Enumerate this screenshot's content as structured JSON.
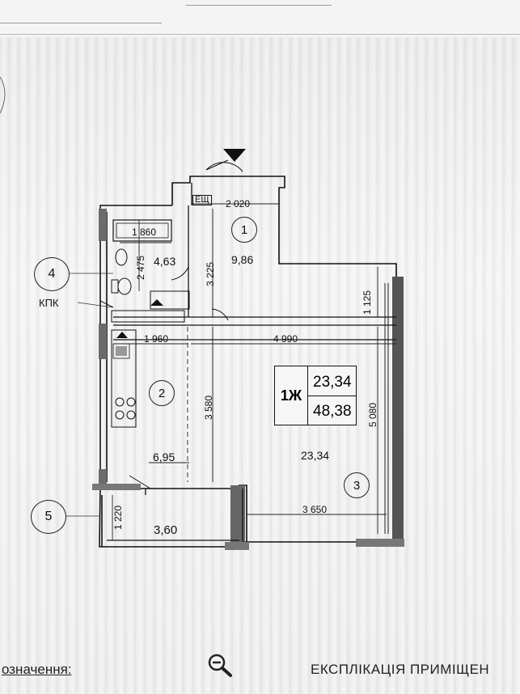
{
  "plan": {
    "apartment_code": "1Ж",
    "living_area": "23,34",
    "total_area": "48,38",
    "rooms": [
      {
        "number": "1",
        "area": "9,86"
      },
      {
        "number": "2",
        "area": "6,95"
      },
      {
        "number": "3",
        "area": "23,34"
      }
    ],
    "bathroom_area": "4,63",
    "balcony_area": "3,60",
    "markers": [
      {
        "number": "4",
        "label": "КПК"
      },
      {
        "number": "5",
        "label": ""
      }
    ],
    "dimensions": {
      "d1": "2 020",
      "d2": "1 860",
      "d3": "2 475",
      "d4": "3 225",
      "d5": "1 125",
      "d6": "1 960",
      "d7": "4 990",
      "d8": "3 580",
      "d9": "5 080",
      "d10": "1 220",
      "d11": "3 650"
    },
    "shaft_label": "ЕЩ"
  },
  "footer": {
    "legend_label": "означення:",
    "explication_title": "ЕКСПЛІКАЦІЯ ПРИМІЩЕН"
  },
  "icons": [
    "zoom-out-icon",
    "entrance-arrow-icon"
  ]
}
